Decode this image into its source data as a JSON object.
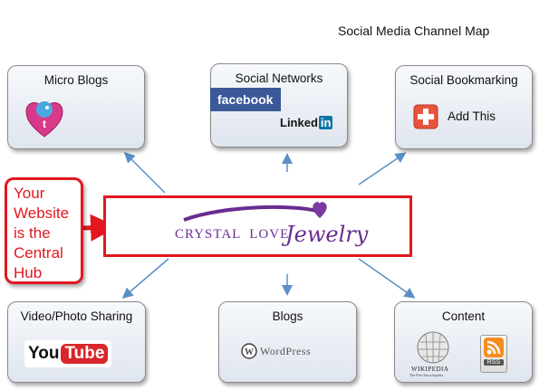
{
  "title": "Social Media Channel Map",
  "hub": {
    "logo_line1": "CRYSTAL  LOVE",
    "logo_line2": "Jewelry"
  },
  "callout": {
    "text": "Your\nWebsite\nis the\nCentral\nHub"
  },
  "boxes": {
    "micro_blogs": {
      "label": "Micro Blogs"
    },
    "social_networks": {
      "label": "Social Networks",
      "facebook": "facebook",
      "linkedin_text": "Linked",
      "linkedin_in": "in"
    },
    "social_bookmarking": {
      "label": "Social Bookmarking",
      "addthis": "Add This"
    },
    "video_photo": {
      "label": "Video/Photo Sharing",
      "yt_you": "You",
      "yt_tube": "Tube"
    },
    "blogs": {
      "label": "Blogs",
      "wordpress": "WordPress"
    },
    "content": {
      "label": "Content",
      "wikipedia": "WIKIPEDIA",
      "wikipedia_sub": "The Free Encyclopedia",
      "rss": "RSS"
    }
  },
  "colors": {
    "hub_border": "#e3171f",
    "arrow": "#5b8fc7",
    "logo_purple": "#6a2c91",
    "facebook": "#3b5998",
    "linkedin": "#0e76a8"
  },
  "icons": [
    "twitter-bird-icon",
    "plus-icon",
    "wordpress-icon",
    "wikipedia-globe-icon",
    "rss-icon"
  ]
}
